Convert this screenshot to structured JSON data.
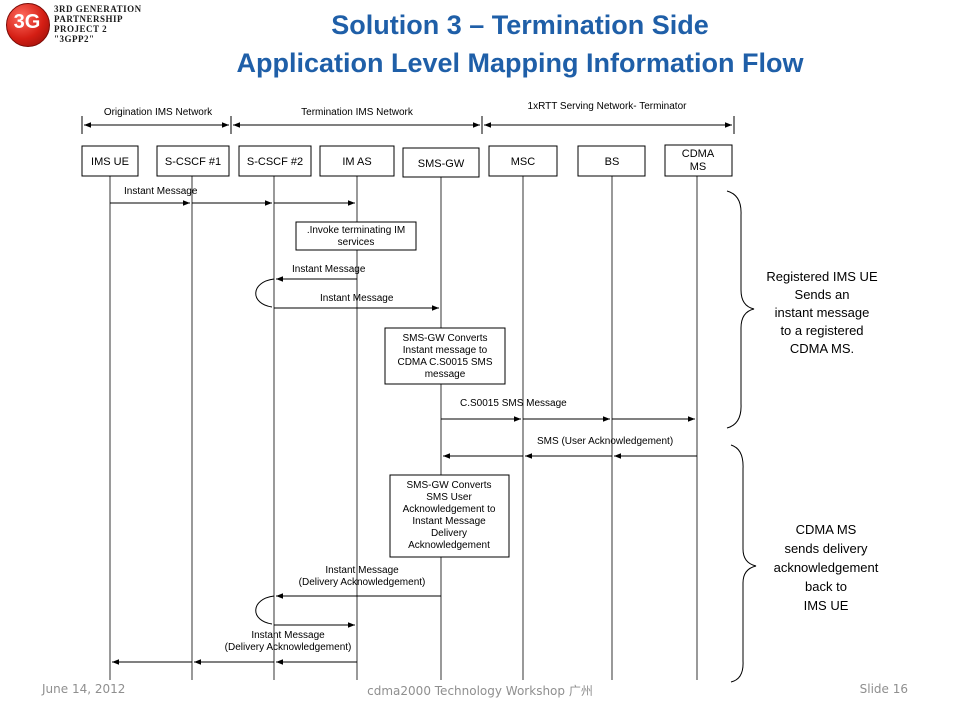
{
  "logo": {
    "badge": "3G",
    "lines": [
      "3RD GENERATION",
      "PARTNERSHIP",
      "PROJECT 2",
      "\"3GPP2\""
    ]
  },
  "title": {
    "line1": "Solution 3 – Termination Side",
    "line2": "Application Level Mapping Information Flow"
  },
  "networks": {
    "origination": "Origination IMS Network",
    "termination": "Termination IMS Network",
    "serving": "1xRTT Serving Network- Terminator"
  },
  "entities": [
    "IMS UE",
    "S-CSCF #1",
    "S-CSCF #2",
    "IM AS",
    "SMS-GW",
    "MSC",
    "BS",
    "CDMA|MS"
  ],
  "messages": {
    "im1": "Instant Message",
    "invoke": [
      ".Invoke terminating IM",
      "services"
    ],
    "im2": "Instant Message",
    "im3": "Instant Message",
    "convert1": [
      "SMS-GW Converts",
      "Instant message to",
      "CDMA C.S0015 SMS",
      "message"
    ],
    "cs0015": "C.S0015 SMS Message",
    "smsack": "SMS (User Acknowledgement)",
    "convert2": [
      "SMS-GW Converts",
      "SMS User",
      "Acknowledgement to",
      "Instant Message",
      "Delivery",
      "Acknowledgement"
    ],
    "im4": [
      "Instant Message",
      "(Delivery Acknowledgement)"
    ],
    "im5": [
      "Instant Message",
      "(Delivery Acknowledgement)"
    ]
  },
  "brackets": {
    "top": [
      "Registered IMS UE",
      "Sends an",
      "instant message",
      "to a registered",
      "CDMA MS."
    ],
    "bottom": [
      "CDMA MS",
      "sends delivery",
      "acknowledgement",
      "back to",
      "IMS UE"
    ]
  },
  "footer": {
    "date": "June 14, 2012",
    "center": "cdma2000 Technology Workshop 广州",
    "slide": "Slide 16"
  },
  "colors": {
    "title": "#1f5fa8",
    "logo_red": "#d41e14",
    "footer": "#8f8f8f"
  }
}
